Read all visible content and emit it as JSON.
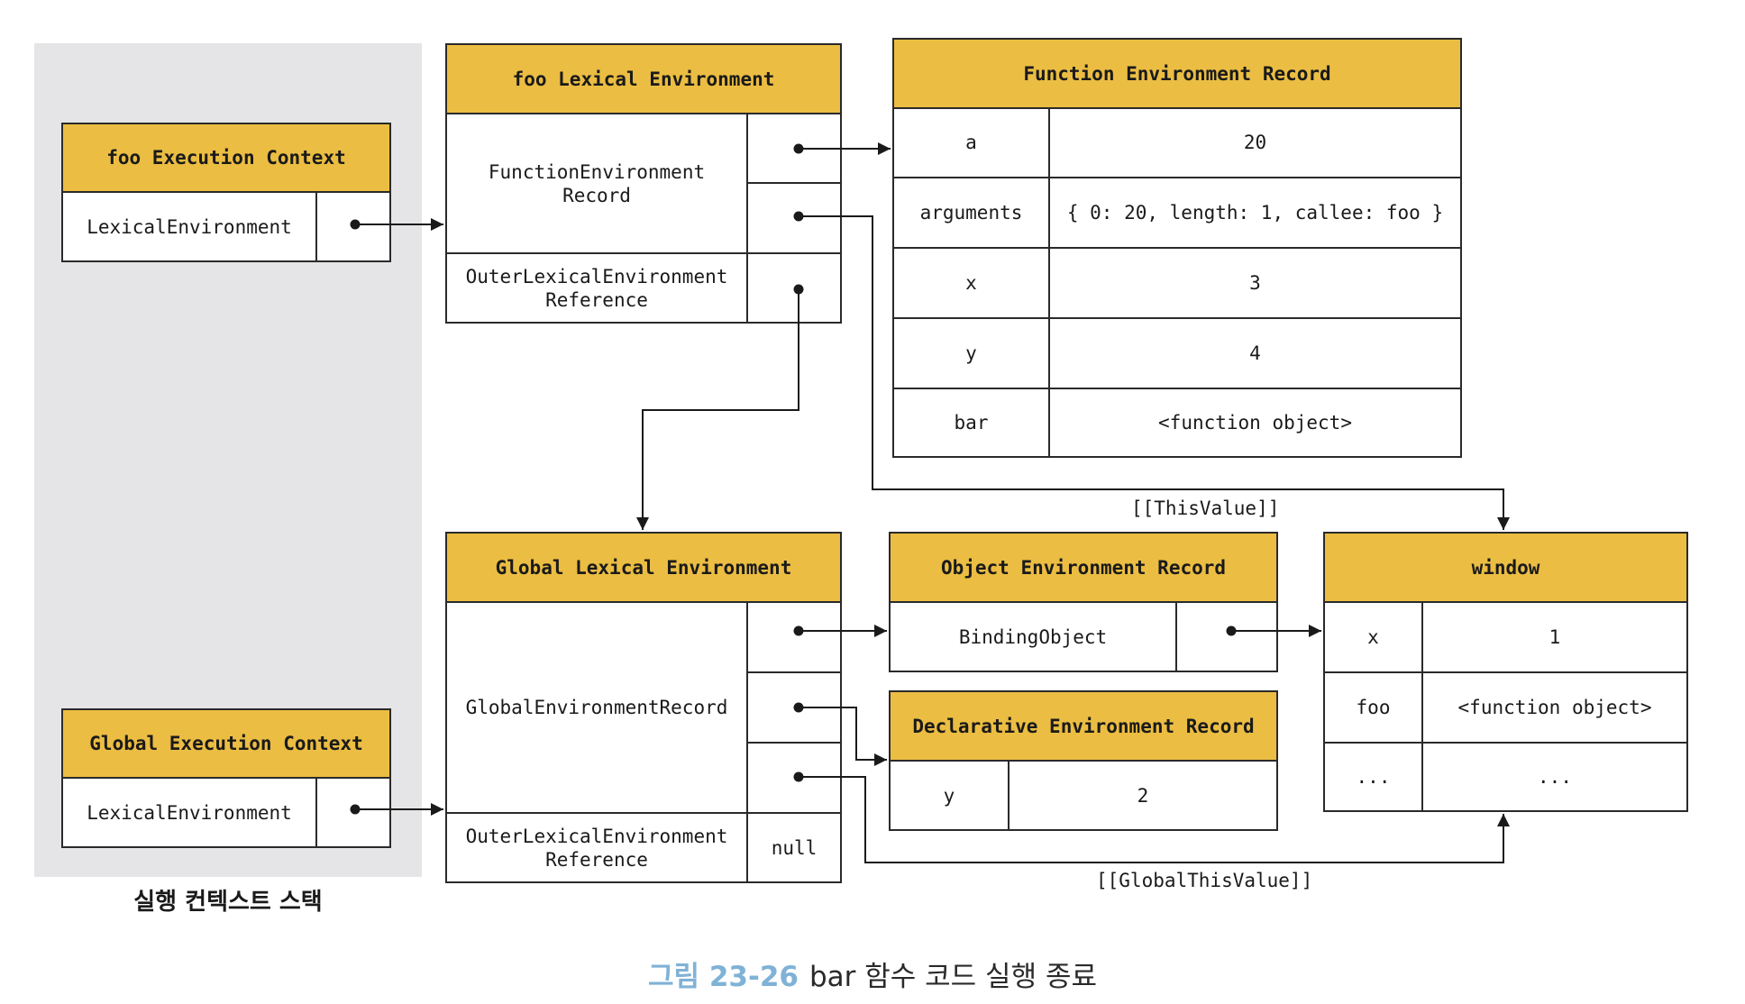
{
  "stack": {
    "label": "실행 컨텍스트 스택",
    "foo_context": {
      "title": "foo Execution Context",
      "field": "LexicalEnvironment"
    },
    "global_context": {
      "title": "Global Execution Context",
      "field": "LexicalEnvironment"
    }
  },
  "foo_lexical_env": {
    "title": "foo Lexical Environment",
    "record_label": "FunctionEnvironment\nRecord",
    "outer_label": "OuterLexicalEnvironment\nReference"
  },
  "function_env_record": {
    "title": "Function Environment Record",
    "rows": [
      {
        "key": "a",
        "value": "20"
      },
      {
        "key": "arguments",
        "value": "{ 0: 20, length: 1, callee: foo }"
      },
      {
        "key": "x",
        "value": "3"
      },
      {
        "key": "y",
        "value": "4"
      },
      {
        "key": "bar",
        "value": "<function object>"
      }
    ]
  },
  "global_lexical_env": {
    "title": "Global Lexical Environment",
    "record_label": "GlobalEnvironmentRecord",
    "outer_label": "OuterLexicalEnvironment\nReference",
    "outer_value": "null"
  },
  "object_env_record": {
    "title": "Object Environment Record",
    "field": "BindingObject"
  },
  "declarative_env_record": {
    "title": "Declarative Environment Record",
    "rows": [
      {
        "key": "y",
        "value": "2"
      }
    ]
  },
  "window_object": {
    "title": "window",
    "rows": [
      {
        "key": "x",
        "value": "1"
      },
      {
        "key": "foo",
        "value": "<function object>"
      },
      {
        "key": "...",
        "value": "..."
      }
    ]
  },
  "arrow_labels": {
    "this_value": "[[ThisValue]]",
    "global_this_value": "[[GlobalThisValue]]"
  },
  "caption": {
    "figure": "그림 23-26",
    "text": "bar 함수 코드 실행 종료"
  },
  "colors": {
    "header": "#ebbd42",
    "stack_background": "#e5e5e7",
    "figure_number": "#7fb2d6"
  }
}
